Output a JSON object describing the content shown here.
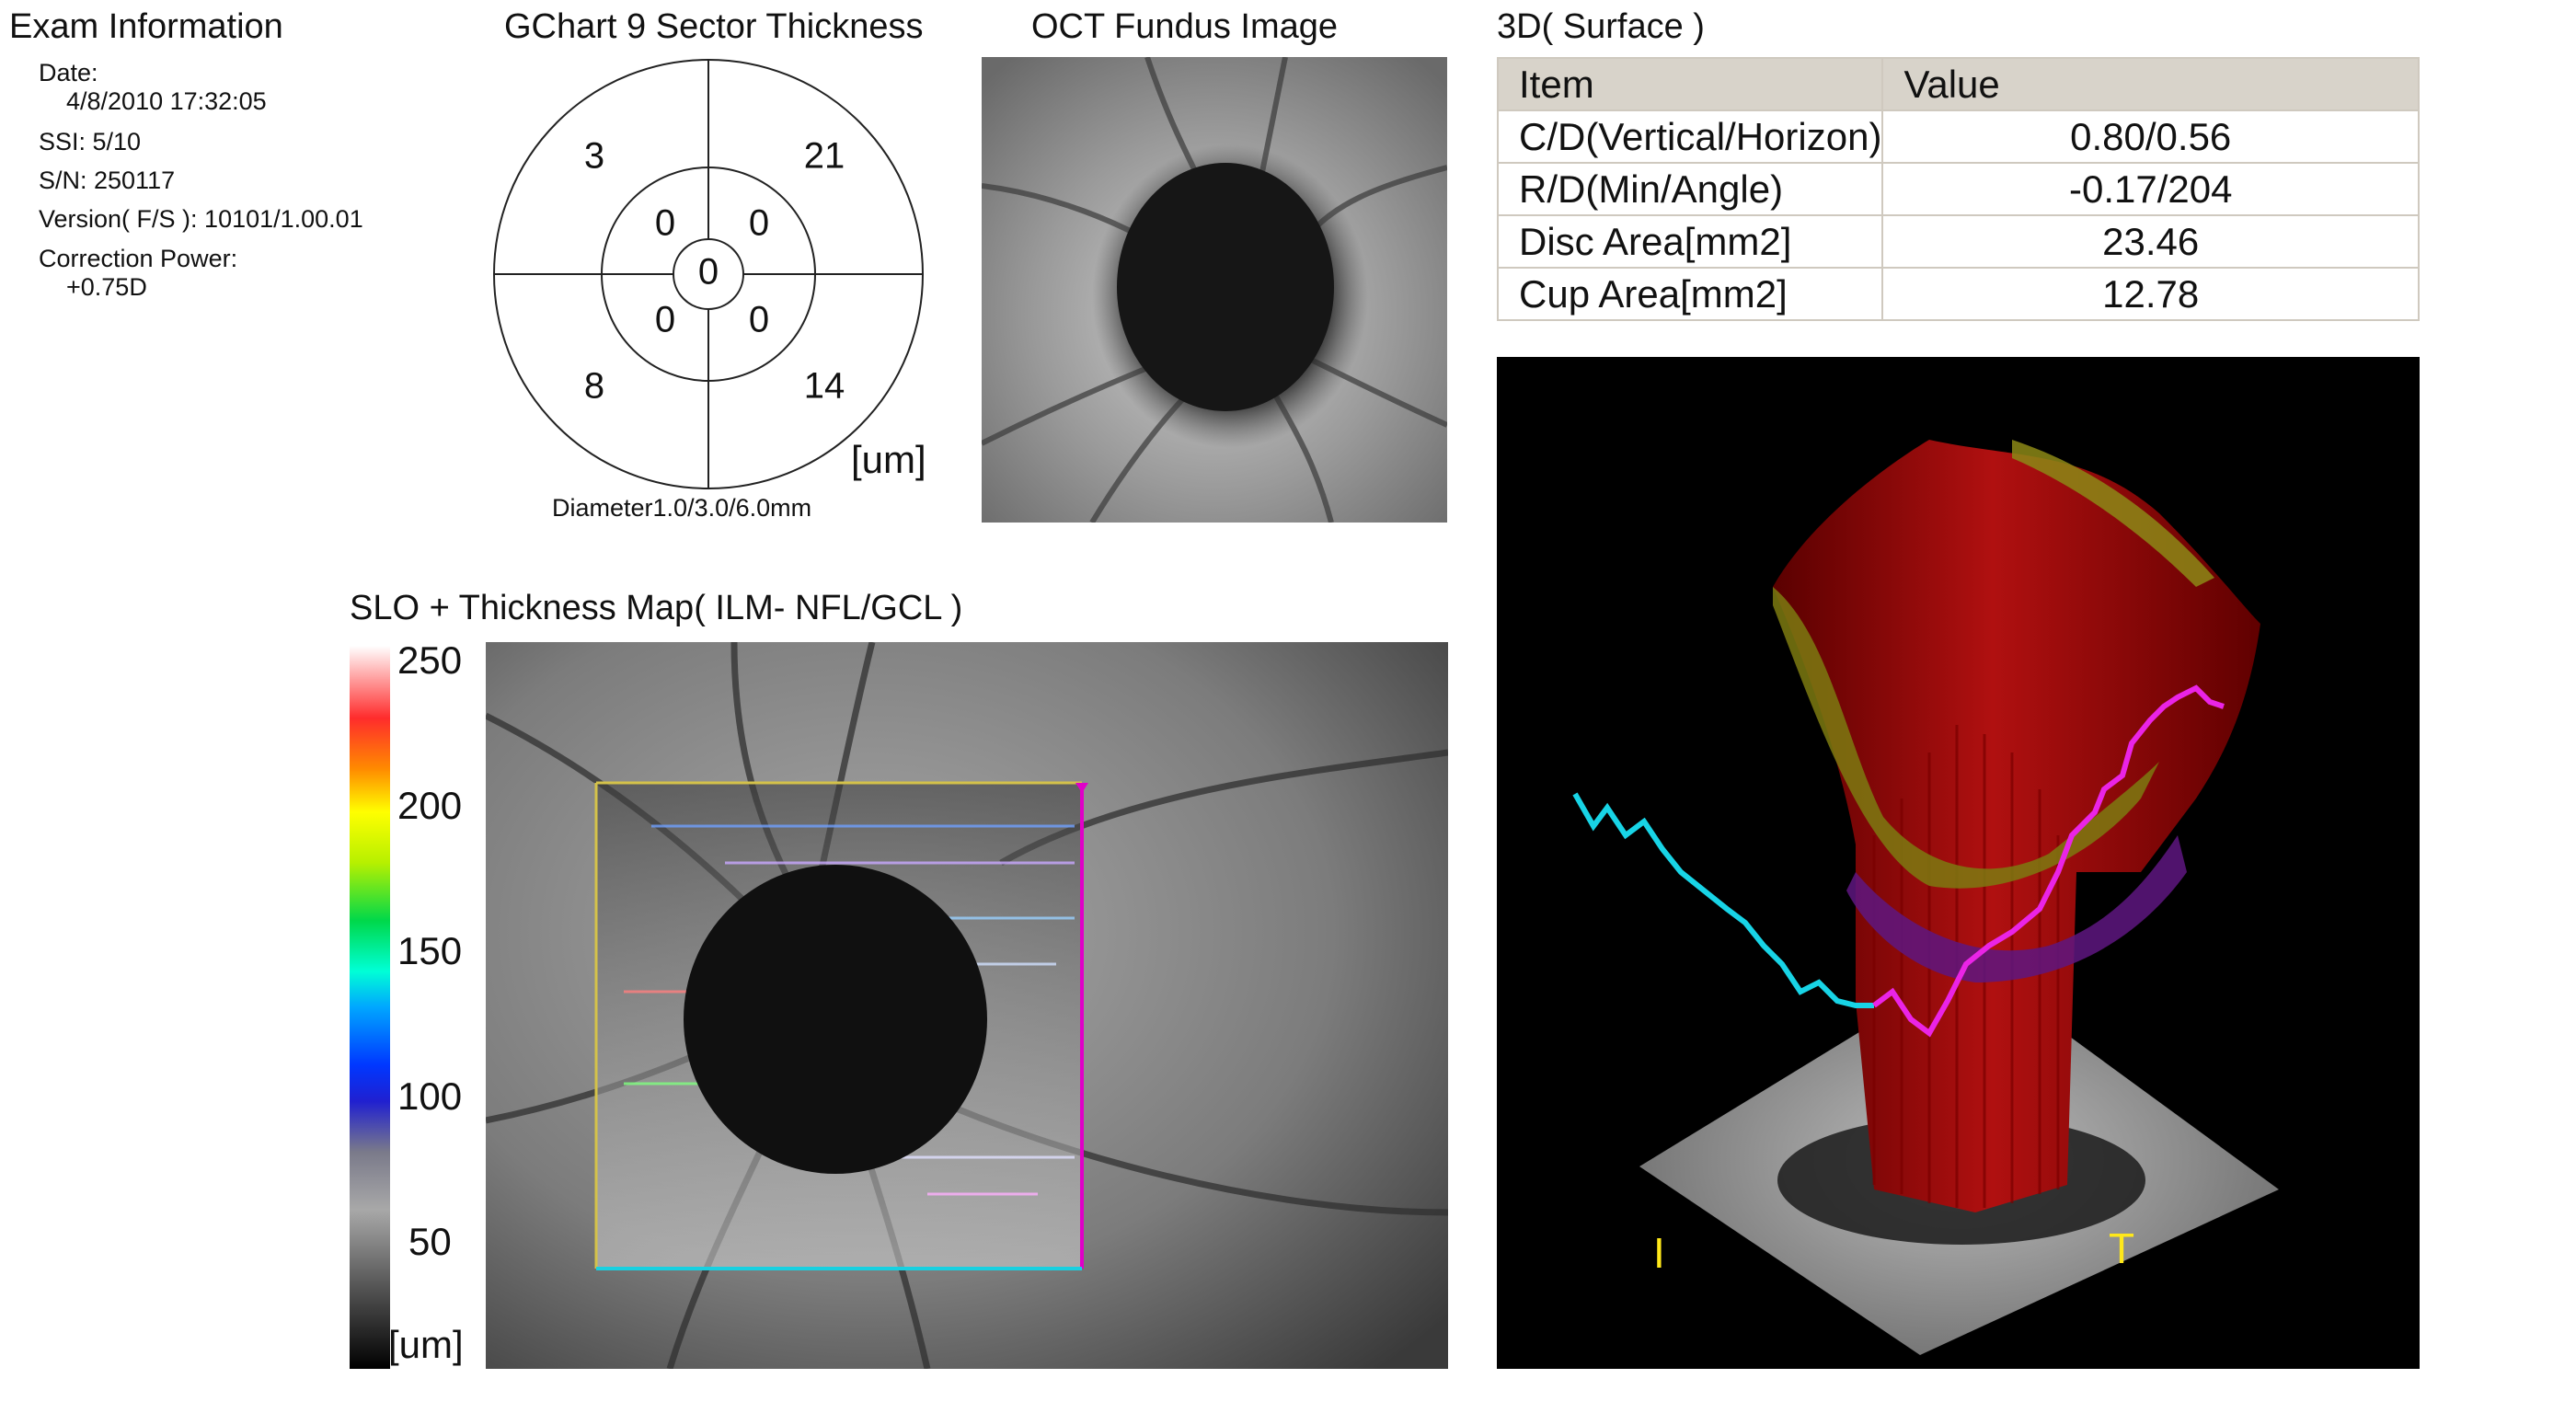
{
  "exam": {
    "title": "Exam Information",
    "date_label": "Date:",
    "date_value": "4/8/2010 17:32:05",
    "ssi": "SSI:  5/10",
    "sn": "S/N: 250117",
    "version": "Version( F/S ): 10101/1.00.01",
    "correction_label": "Correction Power:",
    "correction_value": "+0.75D"
  },
  "gchart": {
    "title": "GChart 9 Sector Thickness",
    "outer": {
      "upper_left": "3",
      "upper_right": "21",
      "lower_left": "8",
      "lower_right": "14"
    },
    "inner": {
      "upper_left": "0",
      "upper_right": "0",
      "lower_left": "0",
      "lower_right": "0"
    },
    "center": "0",
    "unit": "[um]",
    "diameter": "Diameter1.0/3.0/6.0mm"
  },
  "fundus": {
    "title": "OCT Fundus Image"
  },
  "surface": {
    "title": "3D( Surface )",
    "table": {
      "headers": [
        "Item",
        "Value"
      ],
      "rows": [
        {
          "item": "C/D(Vertical/Horizon)",
          "value": "0.80/0.56"
        },
        {
          "item": "R/D(Min/Angle)",
          "value": "-0.17/204"
        },
        {
          "item": "Disc Area[mm2]",
          "value": "23.46"
        },
        {
          "item": "Cup Area[mm2]",
          "value": "12.78"
        }
      ]
    },
    "orientation_left": "I",
    "orientation_right": "T"
  },
  "slo": {
    "title": "SLO + Thickness Map( ILM- NFL/GCL )",
    "scale_ticks": [
      "250",
      "200",
      "150",
      "100",
      "50"
    ],
    "scale_unit": "[um]"
  },
  "colors": {
    "table_header": "#d8d3ca",
    "table_border": "#cfc9bf",
    "roi_top": "#d4c24a",
    "roi_right": "#e000c8",
    "roi_bottom": "#18d0e0"
  }
}
